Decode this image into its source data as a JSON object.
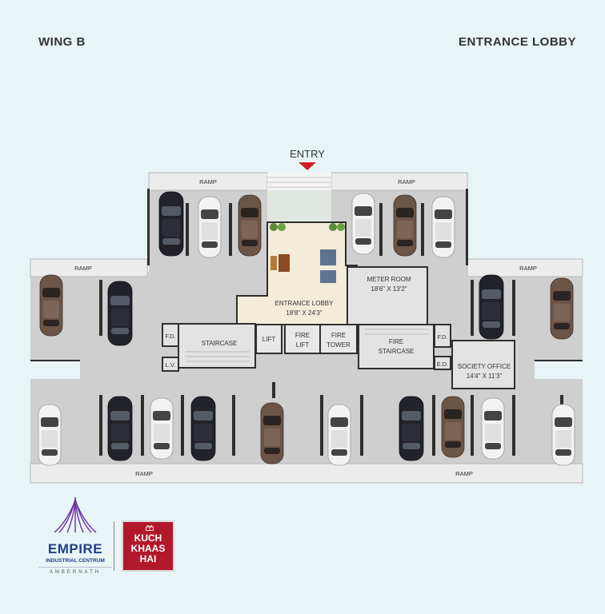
{
  "header": {
    "wing": "WING B",
    "section": "ENTRANCE LOBBY"
  },
  "entry": {
    "label": "ENTRY"
  },
  "ramps": {
    "top_left": "RAMP",
    "top_right": "RAMP",
    "left": "RAMP",
    "right": "RAMP",
    "bottom_left": "RAMP",
    "bottom_right": "RAMP"
  },
  "rooms": {
    "entrance_lobby": {
      "name": "ENTRANCE LOBBY",
      "size": "18'8\" X 24'3\""
    },
    "meter_room": {
      "name": "METER ROOM",
      "size": "18'6\" X 13'2\""
    },
    "society_office": {
      "name": "SOCIETY OFFICE",
      "size": "14'4\" X 11'3\""
    },
    "staircase": {
      "name": "STAIRCASE"
    },
    "lift": {
      "name": "LIFT"
    },
    "fire_lift": {
      "line1": "FIRE",
      "line2": "LIFT"
    },
    "fire_tower": {
      "line1": "FIRE",
      "line2": "TOWER"
    },
    "fire_staircase": {
      "line1": "FIRE",
      "line2": "STAIRCASE"
    },
    "fd_left": "F.D.",
    "lv": "L.V.",
    "fd_right": "F.D.",
    "ed": "E.D."
  },
  "brand": {
    "empire": "EMPIRE",
    "empire_sub": "INDUSTRIAL CENTRUM",
    "city": "AMBERNATH",
    "badge_line1": "KUCH",
    "badge_line2": "KHAAS",
    "badge_line3": "HAI"
  },
  "colors": {
    "background": "#e9f4f6",
    "floor": "#cfcfcf",
    "wall": "#2f2f2f",
    "lobby": "#f3ecd9",
    "entry_arrow": "#d21f26",
    "car_white": "#f2f2f2",
    "car_black": "#22222b",
    "car_brown": "#6b5547",
    "brand_blue": "#1d3f8a",
    "brand_red": "#b2182b"
  }
}
